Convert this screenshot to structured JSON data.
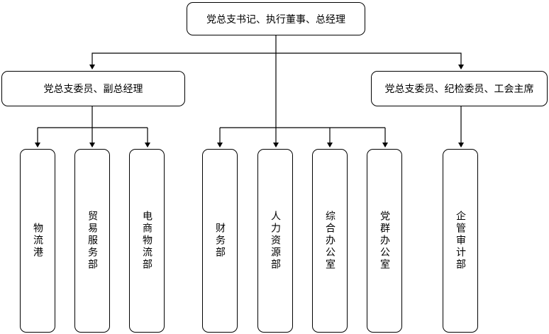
{
  "top": {
    "label": "党总支书记、执行董事、总经理"
  },
  "left_group": {
    "label": "党总支委员、副总经理",
    "departments": [
      "物流港",
      "贸易服务部",
      "电商物流部"
    ]
  },
  "center_group": {
    "departments": [
      "财务部",
      "人力资源部",
      "综合办公室",
      "党群办公室"
    ]
  },
  "right_group": {
    "label": "党总支委员、纪检委员、工会主席",
    "departments": [
      "企管审计部"
    ]
  }
}
